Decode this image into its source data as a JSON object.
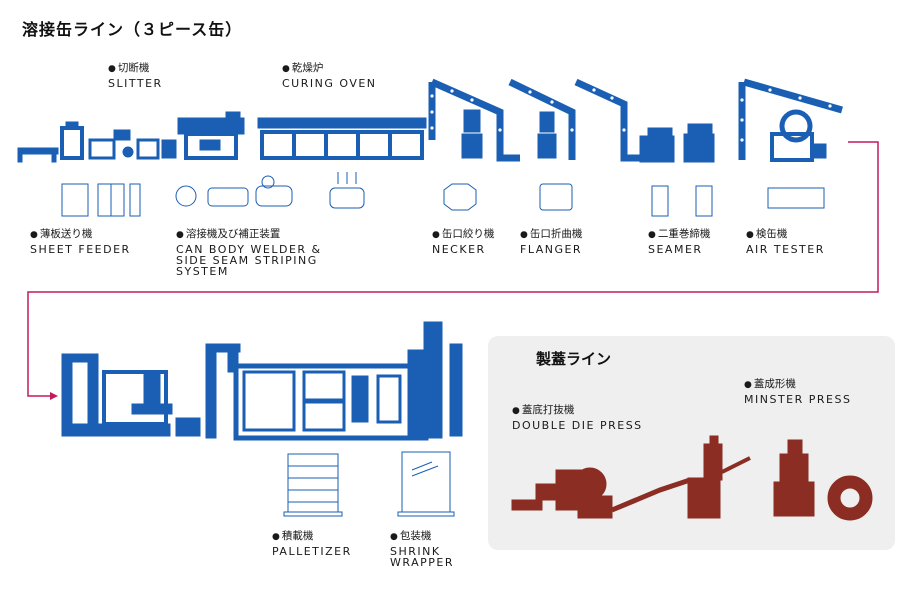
{
  "title": "溶接缶ライン（３ピース缶）",
  "colors": {
    "machine": "#1a5fb4",
    "line": "#c21a5a",
    "lid": "#8b2d22",
    "panel": "#efefef"
  },
  "labels": {
    "slitter": {
      "jp": "切断機",
      "en": "SLITTER"
    },
    "curing": {
      "jp": "乾燥炉",
      "en": "CURING OVEN"
    },
    "feeder": {
      "jp": "薄板送り機",
      "en": "SHEET FEEDER"
    },
    "welder": {
      "jp": "溶接機及び補正装置",
      "en": "CAN BODY WELDER &\nSIDE SEAM STRIPING\nSYSTEM"
    },
    "necker": {
      "jp": "缶口絞り機",
      "en": "NECKER"
    },
    "flanger": {
      "jp": "缶口折曲機",
      "en": "FLANGER"
    },
    "seamer": {
      "jp": "二重巻締機",
      "en": "SEAMER"
    },
    "tester": {
      "jp": "検缶機",
      "en": "AIR TESTER"
    },
    "palletizer": {
      "jp": "積載機",
      "en": "PALLETIZER"
    },
    "wrapper": {
      "jp": "包装機",
      "en": "SHRINK\nWRAPPER"
    },
    "ddpress": {
      "jp": "蓋底打抜機",
      "en": "DOUBLE DIE PRESS"
    },
    "minster": {
      "jp": "蓋成形機",
      "en": "MINSTER PRESS"
    }
  },
  "lid_line": {
    "title": "製蓋ライン"
  }
}
